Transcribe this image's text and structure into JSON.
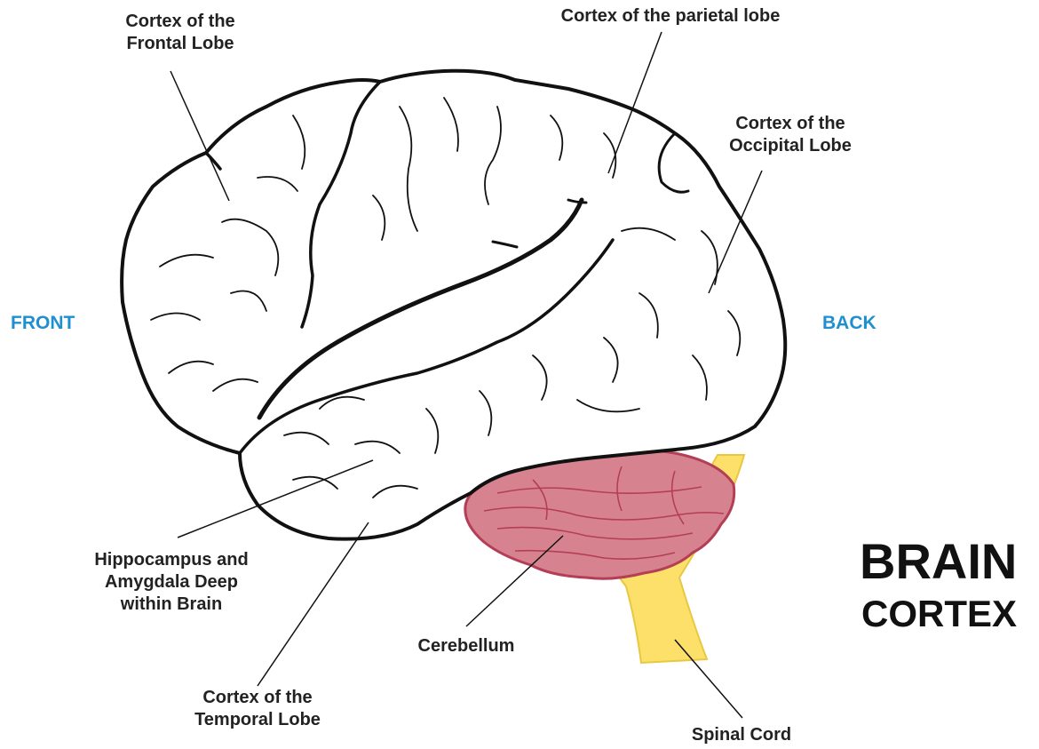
{
  "colors": {
    "background": "#ffffff",
    "outline": "#111111",
    "cerebrum_fill": "#ffffff",
    "cerebellum_fill": "#d7838f",
    "cerebellum_stroke": "#b43e56",
    "spinal_cord_fill": "#fce06a",
    "direction_text": "#1f8fcf",
    "label_text": "#222222"
  },
  "title": {
    "line1": "BRAIN",
    "line2": "CORTEX"
  },
  "directions": {
    "front": "FRONT",
    "back": "BACK"
  },
  "labels": {
    "frontal": {
      "line1": "Cortex of the",
      "line2": "Frontal Lobe"
    },
    "parietal": {
      "line1": "Cortex of the parietal lobe"
    },
    "occipital": {
      "line1": "Cortex of the",
      "line2": "Occipital Lobe"
    },
    "hippocampus": {
      "line1": "Hippocampus and",
      "line2": "Amygdala Deep",
      "line3": "within Brain"
    },
    "temporal": {
      "line1": "Cortex of the",
      "line2": "Temporal Lobe"
    },
    "cerebellum": {
      "line1": "Cerebellum"
    },
    "spinal_cord": {
      "line1": "Spinal Cord"
    }
  }
}
